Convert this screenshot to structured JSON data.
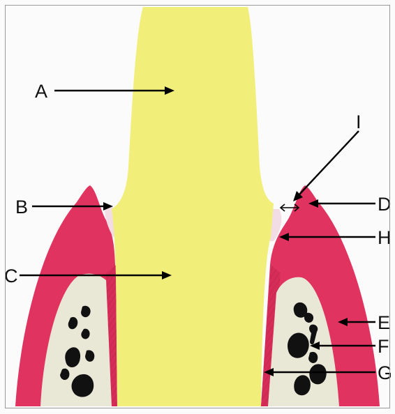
{
  "diagram": {
    "labels": {
      "a": "A",
      "b": "B",
      "c": "C",
      "d": "D",
      "e": "E",
      "f": "F",
      "g": "G",
      "h": "H",
      "i": "I"
    },
    "colors": {
      "tooth": "#f2ee7a",
      "gingiva": "#e0335f",
      "gingiva_dark": "#c92a52",
      "bone": "#e9e7d6",
      "marrow": "#111111",
      "sulcus": "#f3dde4",
      "border": "#999999",
      "background": "#fbfbfb"
    }
  }
}
